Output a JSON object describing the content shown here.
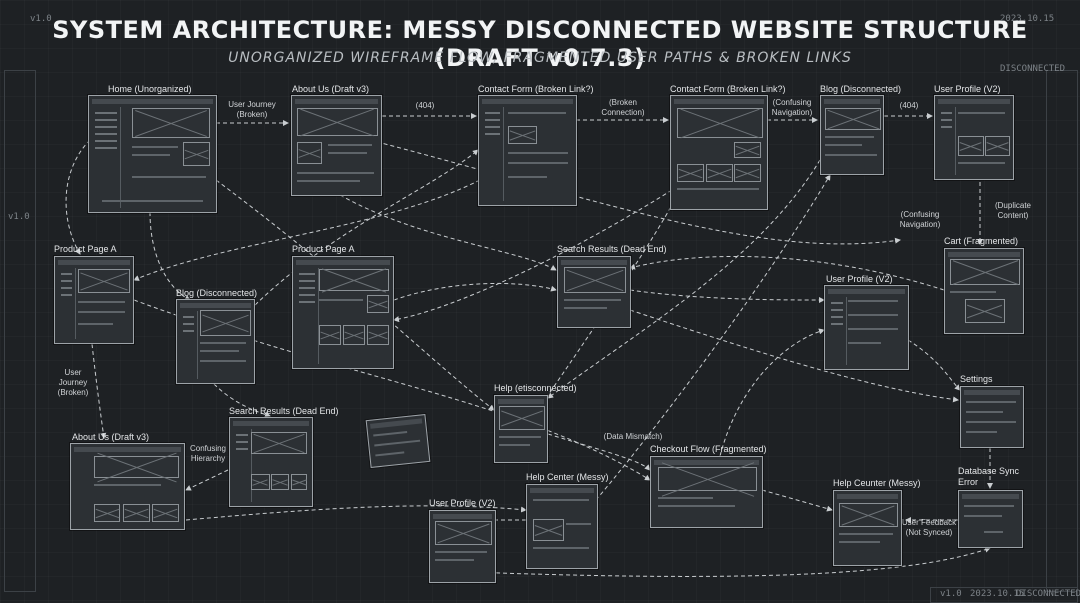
{
  "header": {
    "title": "SYSTEM ARCHITECTURE: MESSY DISCONNECTED WEBSITE STRUCTURE (DRAFT v0.7.3)",
    "subtitle": "UNORGANIZED WIREFRAME FLOW, FRAGMENTED USER PATHS & BROKEN LINKS"
  },
  "meta": {
    "version_left": "v1.0",
    "version_side": "v1.0",
    "date_top": "2023.10.15",
    "status_top": "DISCONNECTED",
    "footer_version": "v1.0",
    "footer_date": "2023.10.15",
    "footer_status": "DISCONNECTED"
  },
  "nodes": [
    {
      "id": "home",
      "label": "Home (Unorganized)"
    },
    {
      "id": "about1",
      "label": "About Us (Draft v3)"
    },
    {
      "id": "contact1",
      "label": "Contact Form (Broken Link?)"
    },
    {
      "id": "contact2",
      "label": "Contact Form (Broken Link?)"
    },
    {
      "id": "blog1",
      "label": "Blog (Disconnected)"
    },
    {
      "id": "profile1",
      "label": "User Profile (V2)"
    },
    {
      "id": "productA1",
      "label": "Product Page A"
    },
    {
      "id": "productA2",
      "label": "Product Page A"
    },
    {
      "id": "blog2",
      "label": "Blog (Disconnected)"
    },
    {
      "id": "search1",
      "label": "Search Results (Dead End)"
    },
    {
      "id": "cart",
      "label": "Cart (Fragmented)"
    },
    {
      "id": "profile2",
      "label": "User Profile (V2)"
    },
    {
      "id": "settings",
      "label": "Settings"
    },
    {
      "id": "help1",
      "label": "Help (etisconnected)"
    },
    {
      "id": "search2",
      "label": "Search Results (Dead End)"
    },
    {
      "id": "about2",
      "label": "About Us (Draft v3)"
    },
    {
      "id": "checkout",
      "label": "Checkout Flow (Fragmented)"
    },
    {
      "id": "helpcenter",
      "label": "Help Center (Messy)"
    },
    {
      "id": "profile3",
      "label": "User Profile (V2)"
    },
    {
      "id": "helpceunter",
      "label": "Help Ceunter (Messy)"
    },
    {
      "id": "dbsync",
      "label": "Database Sync Error"
    }
  ],
  "link_labels": {
    "journey_top": "User Journey (Broken)",
    "err404_a": "(404)",
    "broken_conn": "(Broken Connection)",
    "confusing_nav_top": "(Confusing Navigation)",
    "err404_b": "(404)",
    "duplicate": "(Duplicate Content)",
    "confusing_nav_mid": "(Confusing Navigation)",
    "journey_left": "User Journey (Broken)",
    "confusing_hier": "Confusing Hierarchy",
    "data_mismatch": "(Data Mismatch)",
    "feedback": "User Feedback (Not Synced)"
  }
}
